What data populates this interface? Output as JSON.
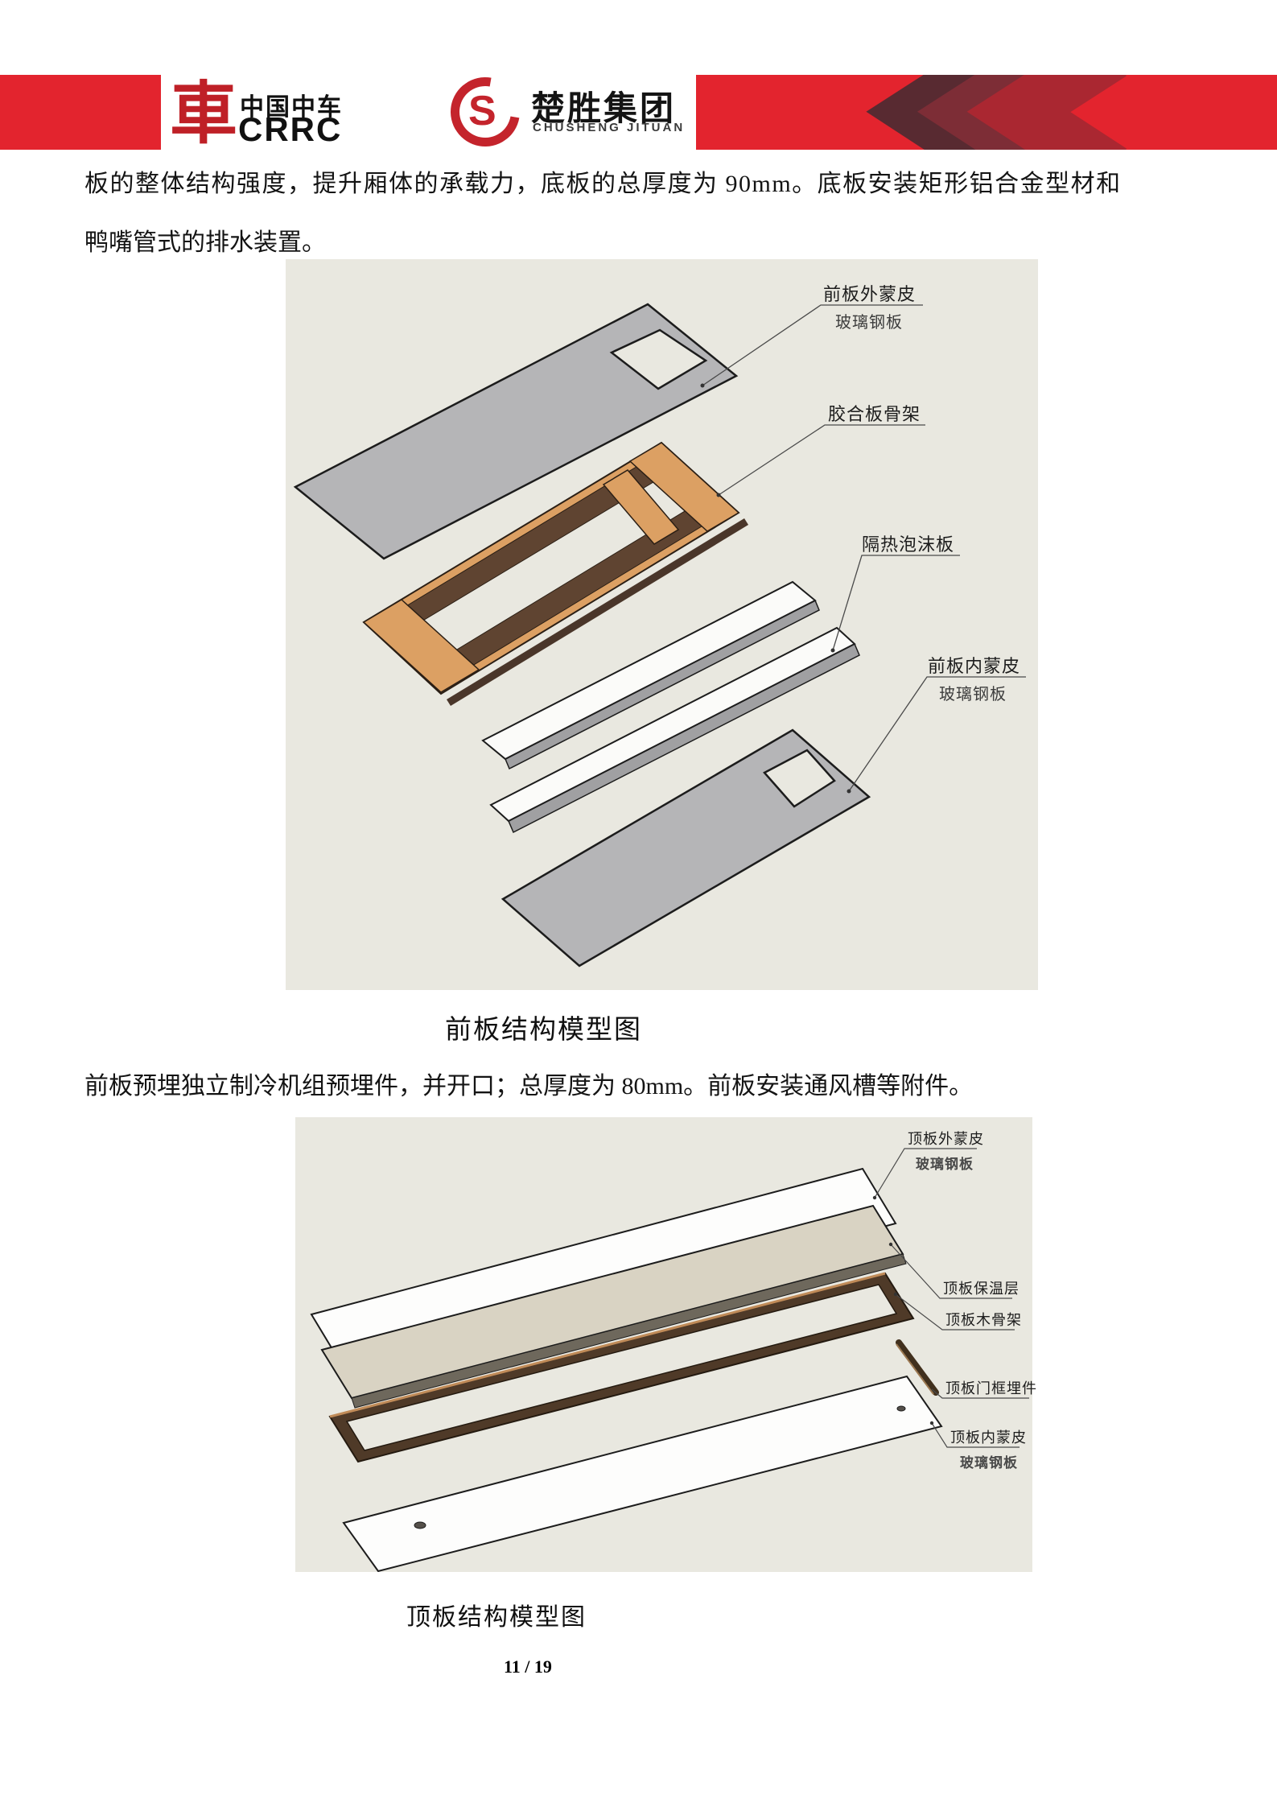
{
  "header": {
    "crrc_logo": {
      "emblem_glyph": "車",
      "zh": "中国中车",
      "en": "CRRC"
    },
    "chusheng_logo": {
      "emblem_glyph": "S",
      "zh": "楚胜集团",
      "en": "CHUSHENG JITUAN"
    },
    "colors": {
      "band_red": "#e3242e",
      "chevron_dark": "#582a31",
      "chevron_mid": "#7d2d36",
      "chevron_bright": "#aa2731"
    }
  },
  "document": {
    "body": {
      "p1_line1": "板的整体结构强度，提升厢体的承载力，底板的总厚度为 90mm。底板安装矩形铝合金型材和",
      "p1_line2": "鸭嘴管式的排水装置。",
      "p2": "前板预埋独立制冷机组预埋件，并开口；总厚度为 80mm。前板安装通风槽等附件。"
    },
    "page_number": "11 / 19"
  },
  "figure1": {
    "caption": "前板结构模型图",
    "labels": [
      {
        "main": "前板外蒙皮",
        "sub": "玻璃钢板"
      },
      {
        "main": "胶合板骨架",
        "sub": ""
      },
      {
        "main": "隔热泡沫板",
        "sub": ""
      },
      {
        "main": "前板内蒙皮",
        "sub": "玻璃钢板"
      }
    ]
  },
  "figure2": {
    "caption": "顶板结构模型图",
    "labels": [
      {
        "main": "顶板外蒙皮",
        "sub": "玻璃钢板"
      },
      {
        "main": "顶板保温层",
        "sub": ""
      },
      {
        "main": "顶板木骨架",
        "sub": ""
      },
      {
        "main": "顶板门框埋件",
        "sub": ""
      },
      {
        "main": "顶板内蒙皮",
        "sub": "玻璃钢板"
      }
    ]
  }
}
